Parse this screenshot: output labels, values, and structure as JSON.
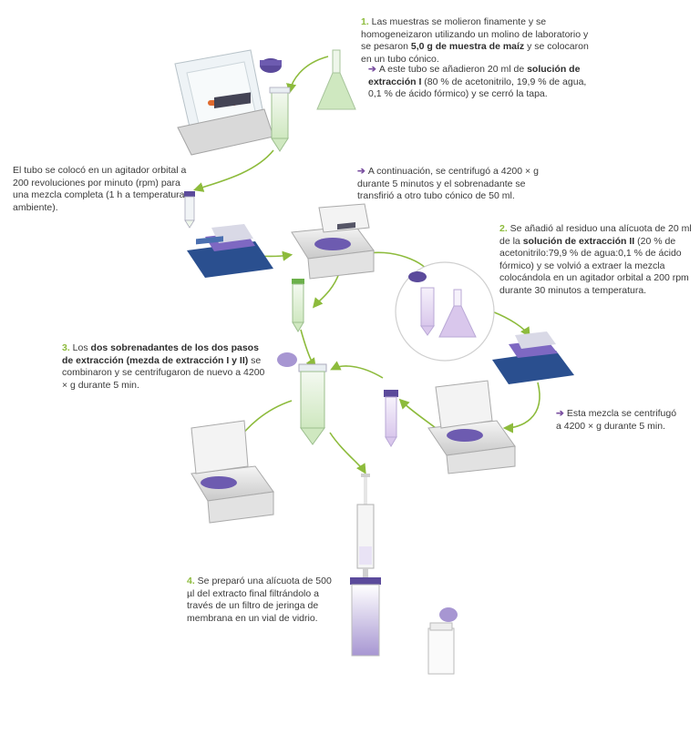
{
  "step1": {
    "number": "1.",
    "text_a": " Las muestras se molieron finamente y se homogeneizaron utilizando un molino de laboratorio y se pesaron ",
    "bold_a": "5,0 g de muestra de maíz",
    "text_b": " y se colocaron en un tubo cónico.",
    "sub_arrow": "➔",
    "sub_text_a": "A este tubo se añadieron 20 ml de ",
    "sub_bold": "solución de extracción I",
    "sub_text_b": " (80 % de acetonitrilo, 19,9 % de agua, 0,1 % de ácido fórmico) y se cerró la tapa."
  },
  "shaker_note": "El tubo se colocó en un agitador orbital a 200 revoluciones por minuto (rpm) para una mezcla completa (1 h a temperatura ambiente).",
  "centrifuge_note": {
    "arrow": "➔",
    "text": "A continuación, se centrifugó a 4200 × g durante 5 minutos y el sobrenadante se transfirió a otro tubo cónico de 50 ml."
  },
  "step2": {
    "number": "2.",
    "text_a": " Se añadió al residuo una alícuota de 20 ml de la ",
    "bold": "solución de extracción II",
    "text_b": " (20 % de acetonitrilo:79,9 % de agua:0,1 % de ácido fórmico) y se volvió a extraer la mezcla colocándola en un agitador orbital a 200 rpm durante 30 minutos a temperatura."
  },
  "step3": {
    "number": "3.",
    "text_a": " Los ",
    "bold": "dos sobrenadantes de los dos pasos de extracción (mezda de extracción I y II)",
    "text_b": " se combinaron y se centrifugaron de nuevo a 4200 × g durante 5 min."
  },
  "centrifuge_note2": {
    "arrow": "➔",
    "text": "Esta mezcla se centrifugó a 4200 × g durante 5 min."
  },
  "step4": {
    "number": "4.",
    "text": " Se preparó una alícuota de 500 µl del extracto final filtrándolo a través de un filtro de jeringa de membrana en un vial de vidrio."
  },
  "colors": {
    "step_number": "#8dbb3c",
    "arrow_purple": "#7a4fa0",
    "flow_green": "#8dbb3c",
    "cap_purple": "#5b4a9b",
    "shaker_blue": "#2a4f8f",
    "liquid_green": "#cfe8c0",
    "liquid_purple": "#d9c7ec"
  }
}
